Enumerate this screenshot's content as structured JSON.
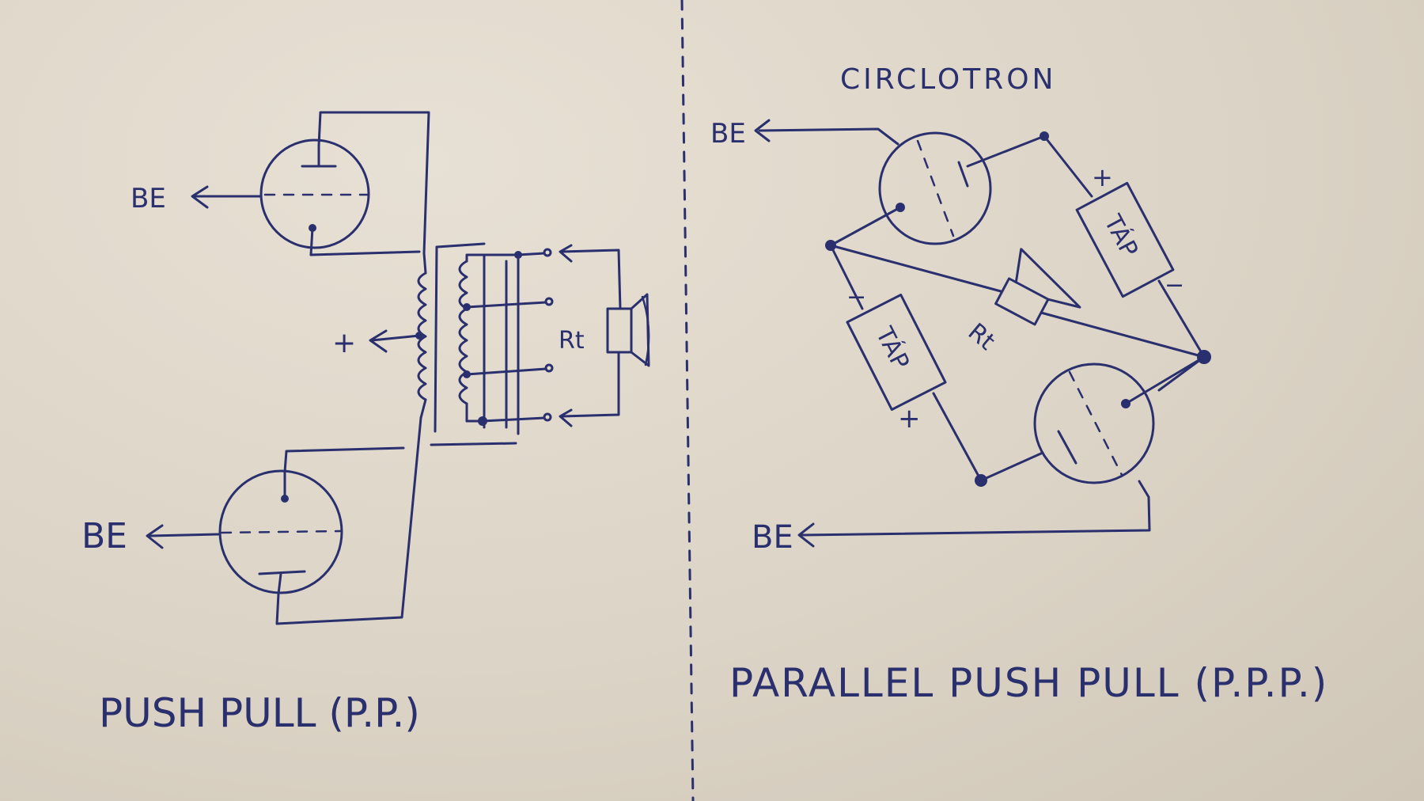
{
  "left": {
    "caption": "PUSH PULL (P.P.)",
    "be_top": "BE",
    "be_bottom": "BE",
    "plus": "+",
    "load": "Rt"
  },
  "right": {
    "heading": "CIRCLOTRON",
    "caption": "PARALLEL PUSH PULL (P.P.P.)",
    "be_top": "BE",
    "be_bottom": "BE",
    "tap_a": "TÁP",
    "tap_b": "TÁP",
    "load": "Rt",
    "sign_plus_a": "+",
    "sign_minus_a": "−",
    "sign_plus_b": "+",
    "sign_minus_b": "−"
  },
  "colors": {
    "ink": "#2a2f6e",
    "paper": "#ddd5c8"
  }
}
